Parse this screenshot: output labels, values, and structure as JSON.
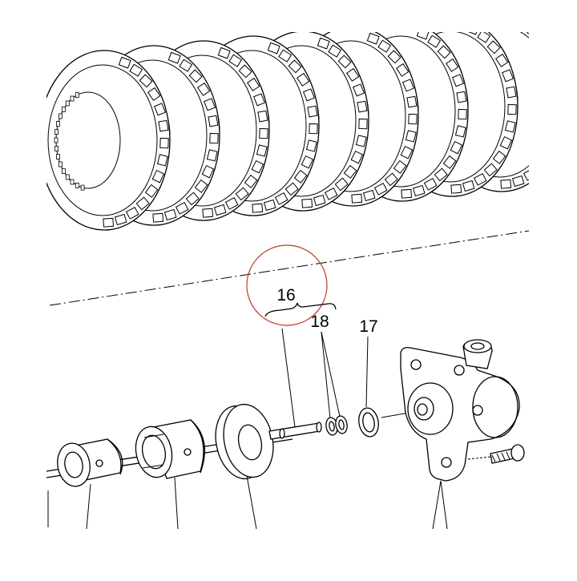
{
  "labels": {
    "callout_16": "16",
    "callout_18": "18",
    "callout_17": "17"
  },
  "colors": {
    "line": "#000000",
    "highlight_circle": "#c0392b",
    "background": "#ffffff"
  }
}
